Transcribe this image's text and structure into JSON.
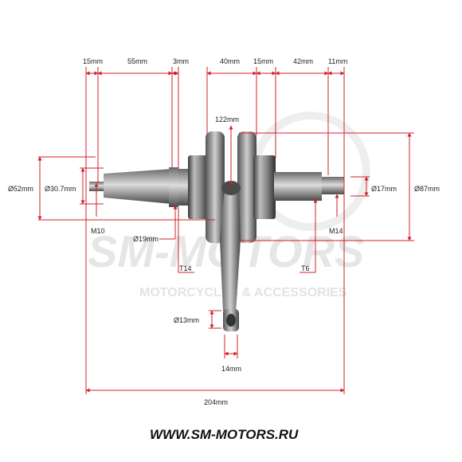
{
  "watermark": {
    "brand": "SM-MOTORS",
    "tagline": "MOTORCYCLES & ACCESSORIES"
  },
  "dimensions": {
    "top": [
      "15mm",
      "55mm",
      "3mm",
      "40mm",
      "15mm",
      "42mm",
      "11mm"
    ],
    "span_122": "122mm",
    "left_outer": "Ø52mm",
    "left_inner": "Ø30.7mm",
    "right_inner": "Ø17mm",
    "right_outer": "Ø87mm",
    "thread_left": "M10",
    "thread_right": "M14",
    "gear_dia": "Ø19mm",
    "teeth_left": "T14",
    "teeth_right": "T6",
    "pin_dia": "Ø13mm",
    "rod_width": "14mm",
    "total_length": "204mm"
  },
  "footer": {
    "website": "WWW.SM-MOTORS.RU"
  },
  "colors": {
    "dimension_line": "#d0202a",
    "text": "#222222",
    "watermark": "#e6e6e6"
  }
}
